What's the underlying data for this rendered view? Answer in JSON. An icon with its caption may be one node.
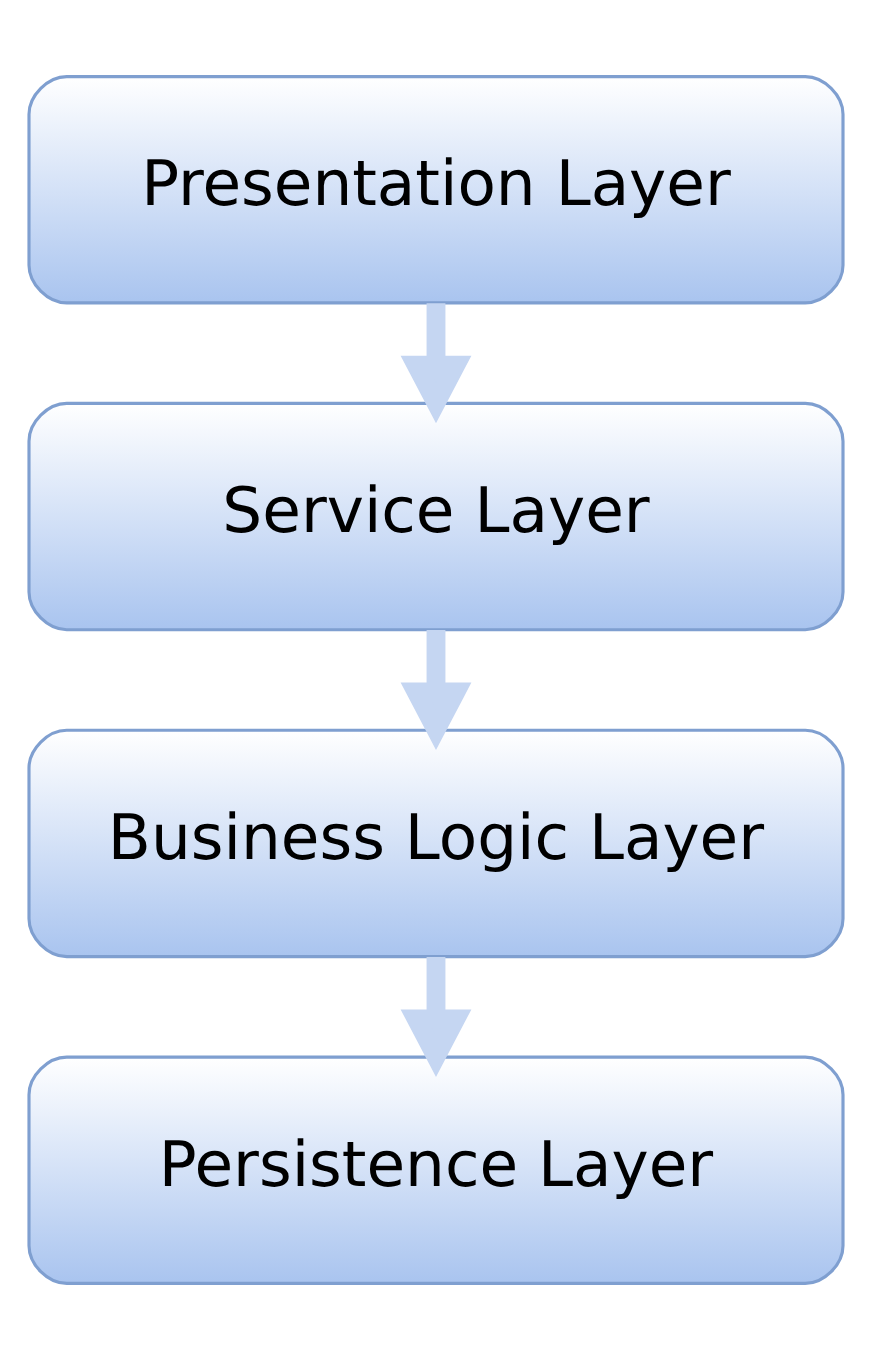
{
  "diagram": {
    "nodes": [
      {
        "text": [
          "Presentation Layer"
        ]
      },
      {
        "text": [
          "Service Layer"
        ]
      },
      {
        "text": [
          "Business Logic Layer"
        ]
      },
      {
        "text": [
          "Persistence Layer"
        ]
      }
    ],
    "edges": [
      {
        "from": 0,
        "to": 1,
        "arrow": "to"
      },
      {
        "from": 1,
        "to": 2,
        "arrow": "to"
      },
      {
        "from": 2,
        "to": 3,
        "arrow": "to"
      }
    ]
  }
}
